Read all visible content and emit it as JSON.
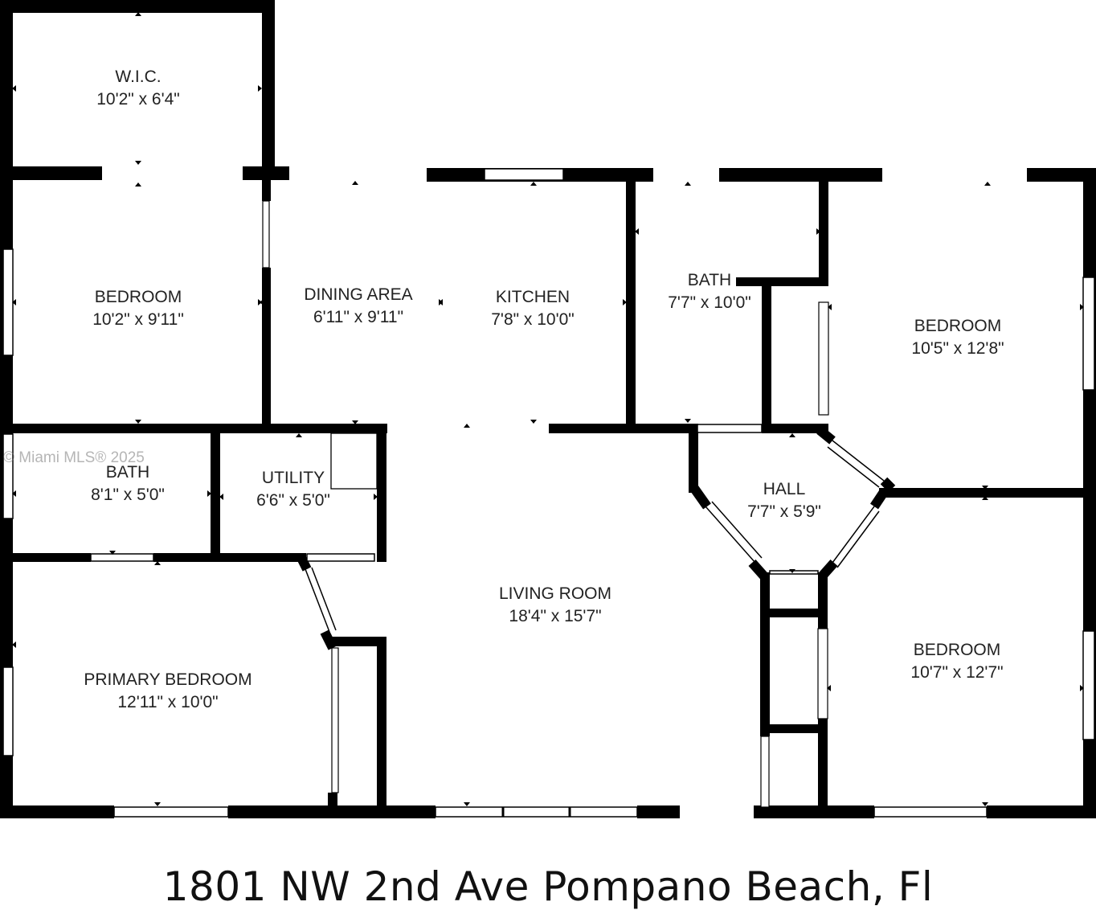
{
  "rooms": [
    {
      "name": "W.I.C.",
      "dims": "10'2\" x 6'4\""
    },
    {
      "name": "BEDROOM",
      "dims": "10'2\" x 9'11\""
    },
    {
      "name": "DINING AREA",
      "dims": "6'11\" x 9'11\""
    },
    {
      "name": "KITCHEN",
      "dims": "7'8\" x 10'0\""
    },
    {
      "name": "BATH",
      "dims": "7'7\" x 10'0\""
    },
    {
      "name": "BEDROOM",
      "dims": "10'5\" x 12'8\""
    },
    {
      "name": "BATH",
      "dims": "8'1\" x 5'0\""
    },
    {
      "name": "UTILITY",
      "dims": "6'6\" x 5'0\""
    },
    {
      "name": "HALL",
      "dims": "7'7\" x 5'9\""
    },
    {
      "name": "LIVING ROOM",
      "dims": "18'4\" x 15'7\""
    },
    {
      "name": "PRIMARY BEDROOM",
      "dims": "12'11\" x 10'0\""
    },
    {
      "name": "BEDROOM",
      "dims": "10'7\" x 12'7\""
    }
  ],
  "watermark": "© Miami MLS® 2025",
  "address": "1801 NW 2nd Ave Pompano Beach, Fl",
  "colors": {
    "wall": "#000000",
    "window": "#ffffff",
    "text": "#222222"
  }
}
